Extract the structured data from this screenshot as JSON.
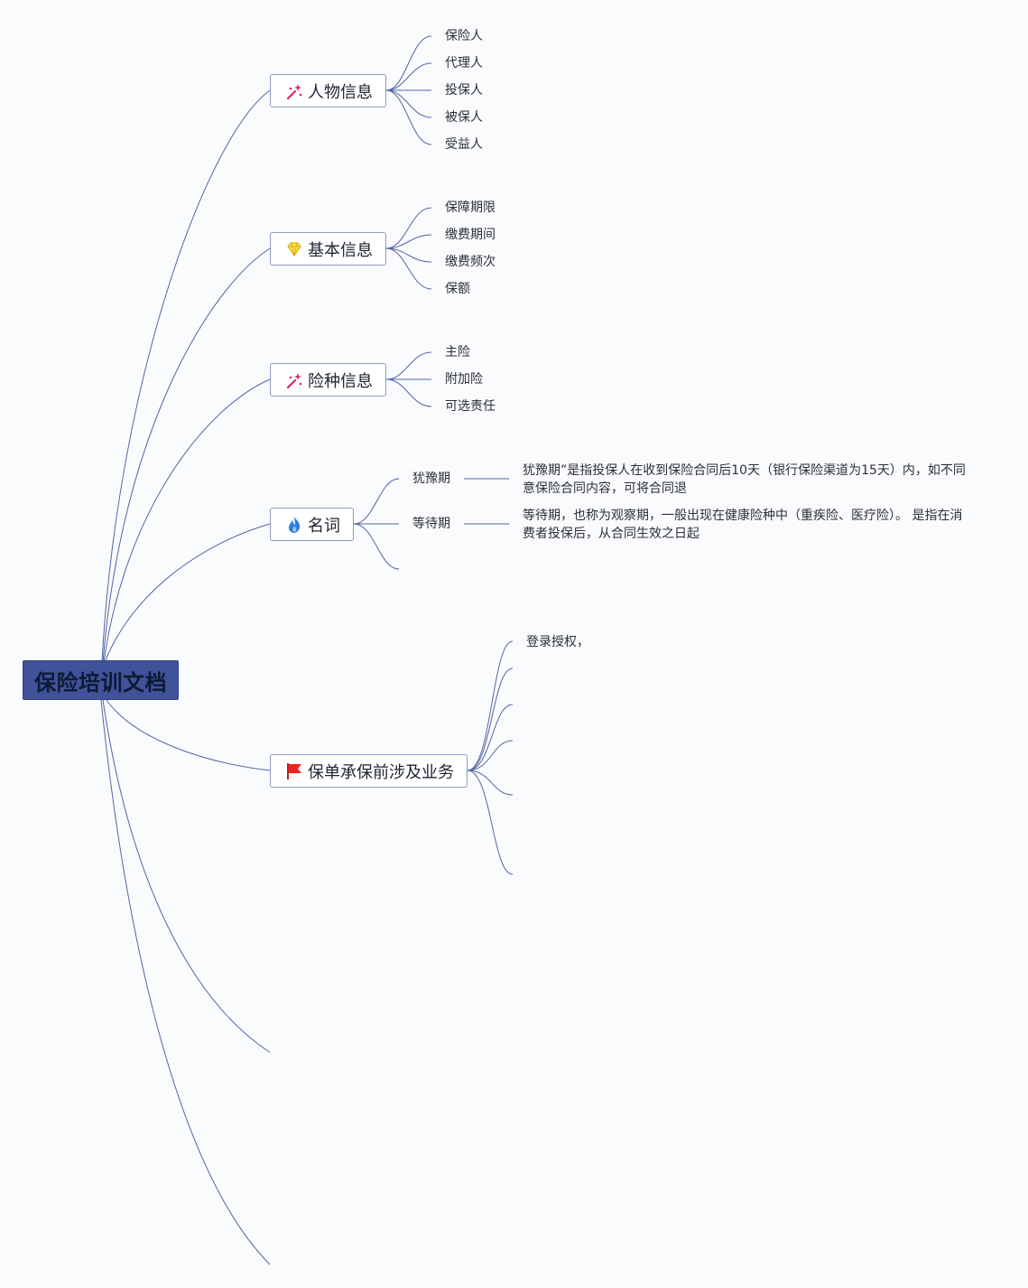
{
  "root": {
    "title": "保险培训文档"
  },
  "branches": [
    {
      "label": "人物信息",
      "icon": "sparkle-wand-icon",
      "children": [
        "保险人",
        "代理人",
        "投保人",
        "被保人",
        "受益人"
      ]
    },
    {
      "label": "基本信息",
      "icon": "gem-icon",
      "children": [
        "保障期限",
        "缴费期间",
        "缴费频次",
        "保额"
      ]
    },
    {
      "label": "险种信息",
      "icon": "sparkle-wand-icon",
      "children": [
        "主险",
        "附加险",
        "可选责任"
      ]
    },
    {
      "label": "名词",
      "icon": "fire-icon",
      "terms": [
        {
          "name": "犹豫期",
          "definition": "犹豫期”是指投保人在收到保险合同后10天（银行保险渠道为15天）内，如不同意保险合同内容，可将合同退"
        },
        {
          "name": "等待期",
          "definition": "等待期，也称为观察期，一般出现在健康险种中（重疾险、医疗险）。 是指在消费者投保后，从合同生效之日起"
        }
      ]
    },
    {
      "label": "保单承保前涉及业务",
      "icon": "red-flag-icon",
      "children": [
        "登录授权，"
      ]
    }
  ],
  "colors": {
    "root_fill": "#3f529a",
    "connector": "#5364a8",
    "branch_border": "#8f9bc4",
    "background": "#fafbfc"
  }
}
